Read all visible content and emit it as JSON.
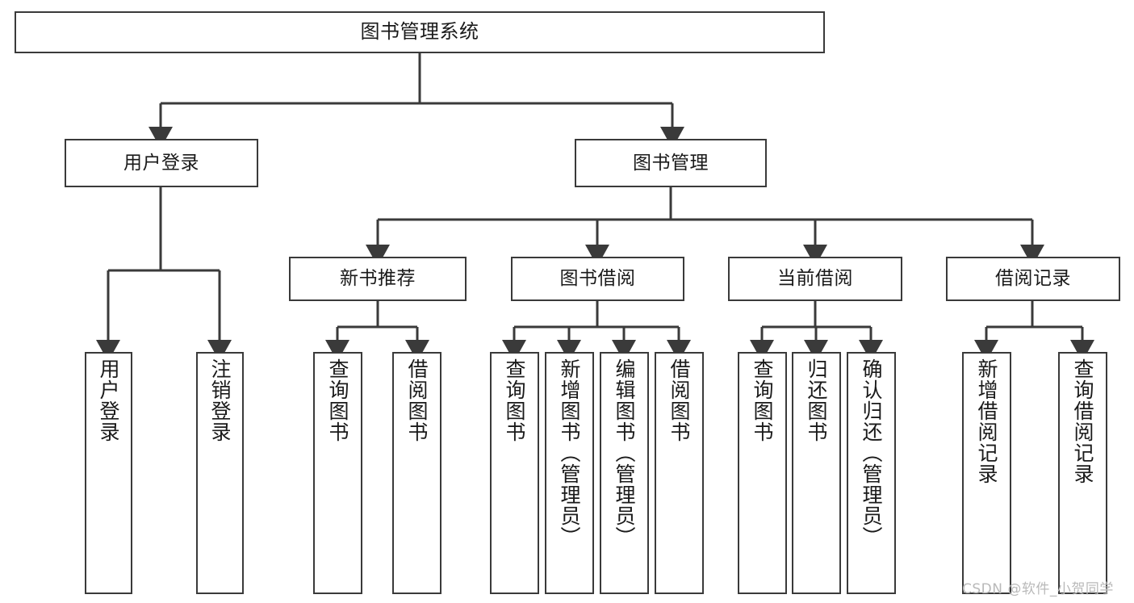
{
  "diagram": {
    "title": "图书管理系统",
    "style": {
      "border_color": "#3a3a3a",
      "text_color": "#1a1a1a",
      "background": "#ffffff",
      "edge_color": "#3a3a3a",
      "watermark_color": "#b9b9b9"
    }
  },
  "nodes": {
    "root": {
      "label": "图书管理系统"
    },
    "level1": [
      {
        "id": "user-login",
        "label": "用户登录"
      },
      {
        "id": "book-manage",
        "label": "图书管理"
      }
    ],
    "level2": [
      {
        "id": "new-book-recommend",
        "label": "新书推荐"
      },
      {
        "id": "book-borrow",
        "label": "图书借阅"
      },
      {
        "id": "current-borrow",
        "label": "当前借阅"
      },
      {
        "id": "borrow-record",
        "label": "借阅记录"
      }
    ],
    "leaves": {
      "user_login": [
        {
          "id": "leaf-user-login",
          "label": "用户登录"
        },
        {
          "id": "leaf-logout-login",
          "label": "注销登录"
        }
      ],
      "new_book_recommend": [
        {
          "id": "leaf-query-book-1",
          "label": "查询图书"
        },
        {
          "id": "leaf-borrow-book-1",
          "label": "借阅图书"
        }
      ],
      "book_borrow": [
        {
          "id": "leaf-query-book-2",
          "label": "查询图书"
        },
        {
          "id": "leaf-add-book",
          "label": "新增图书（管理员）"
        },
        {
          "id": "leaf-edit-book",
          "label": "编辑图书（管理员）"
        },
        {
          "id": "leaf-borrow-book-2",
          "label": "借阅图书"
        }
      ],
      "current_borrow": [
        {
          "id": "leaf-query-book-3",
          "label": "查询图书"
        },
        {
          "id": "leaf-return-book",
          "label": "归还图书"
        },
        {
          "id": "leaf-confirm-return",
          "label": "确认归还（管理员）"
        }
      ],
      "borrow_record": [
        {
          "id": "leaf-add-record",
          "label": "新增借阅记录"
        },
        {
          "id": "leaf-query-record",
          "label": "查询借阅记录"
        }
      ]
    }
  },
  "watermark": {
    "text": "CSDN @软件_小贺同学"
  }
}
